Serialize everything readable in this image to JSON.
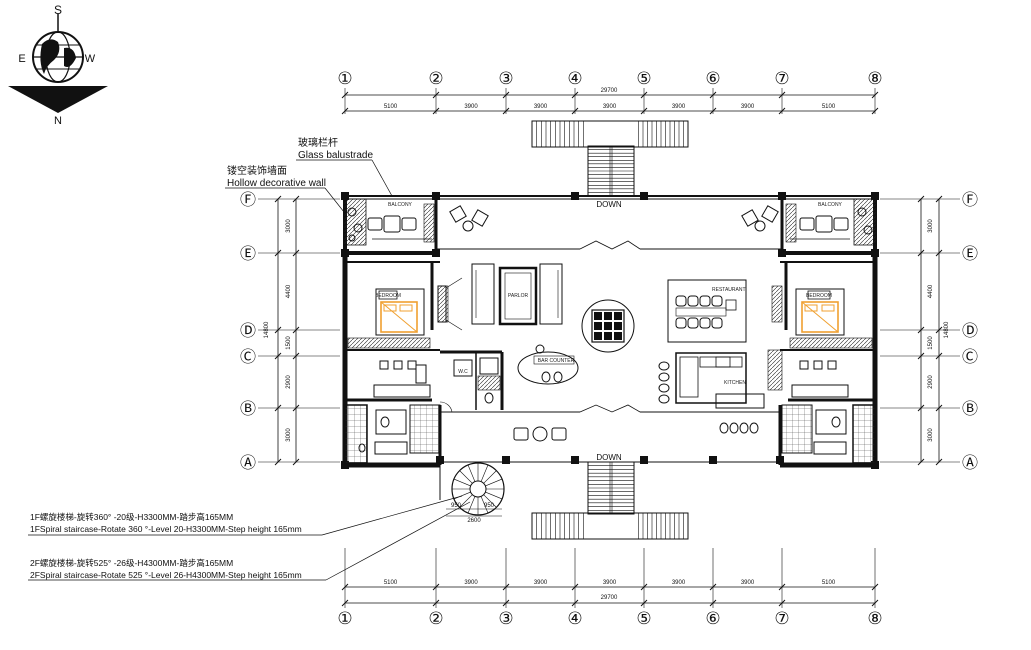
{
  "compass": {
    "top": "S",
    "left": "E",
    "right": "W",
    "bottom": "N"
  },
  "axes": {
    "columns": [
      "①",
      "②",
      "③",
      "④",
      "⑤",
      "⑥",
      "⑦",
      "⑧"
    ],
    "rows": [
      "Ⓕ",
      "Ⓔ",
      "Ⓓ",
      "Ⓒ",
      "Ⓑ",
      "Ⓐ"
    ]
  },
  "dimensions": {
    "total_width": "29700",
    "bay_widths": [
      "5100",
      "3900",
      "3900",
      "3900",
      "3900",
      "3900",
      "5100"
    ],
    "row_spacings": [
      "3000",
      "4400",
      "1500",
      "2900",
      "3000"
    ],
    "total_depth": "14800",
    "stair_total": "2600",
    "stair_parts": [
      "950",
      "950"
    ]
  },
  "annotations": {
    "glass_cn": "玻璃栏杆",
    "glass_en": "Glass balustrade",
    "hollow_cn": "镂空装饰墙面",
    "hollow_en": "Hollow decorative wall",
    "stair1_cn": "1F螺旋楼梯-旋转360° -20级-H3300MM-踏步高165MM",
    "stair1_en": "1FSpiral staircase-Rotate 360 °-Level 20-H3300MM-Step height 165mm",
    "stair2_cn": "2F螺旋楼梯-旋转525° -26级-H4300MM-踏步高165MM",
    "stair2_en": "2FSpiral staircase-Rotate 525 °-Level 26-H4300MM-Step height 165mm"
  },
  "rooms": {
    "down_top": "DOWN",
    "down_bottom": "DOWN",
    "balcony_left": "BALCONY",
    "balcony_right": "BALCONY",
    "parlor": "PARLOR",
    "restaurant": "RESTAURANT",
    "kitchen": "KITCHEN",
    "bedroom_left": "BEDROOM",
    "bedroom_right": "BEDROOM",
    "wc": "W.C",
    "bar": "BAR COUNTER"
  },
  "colors": {
    "line": "#111111",
    "accent": "#f0a030"
  }
}
